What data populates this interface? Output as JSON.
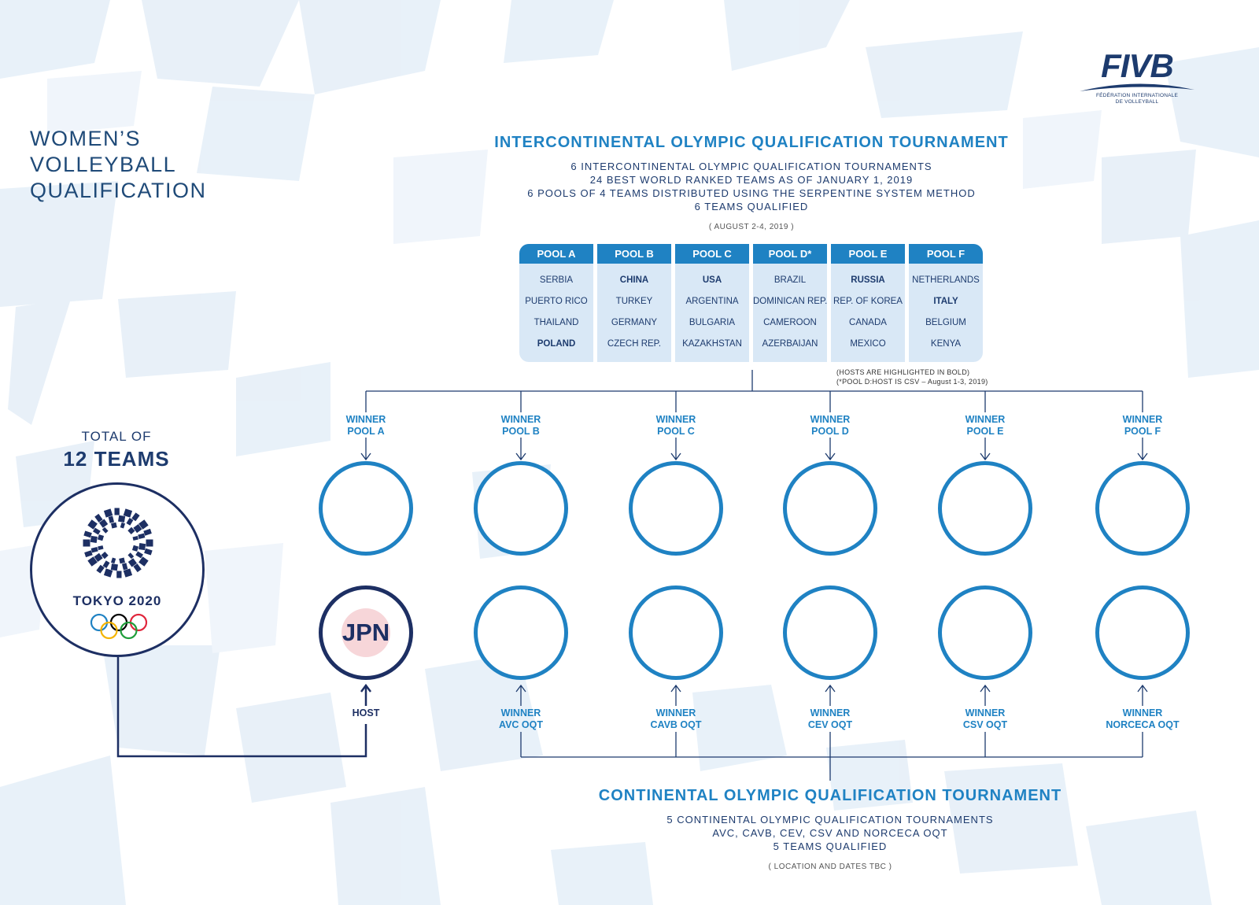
{
  "title": {
    "line1": "WOMEN’S",
    "line2": "VOLLEYBALL",
    "line3": "QUALIFICATION"
  },
  "logo": {
    "name": "FIVB",
    "subtitle_line1": "FÉDÉRATION INTERNATIONALE",
    "subtitle_line2": "DE VOLLEYBALL"
  },
  "intercontinental": {
    "title": "INTERCONTINENTAL OLYMPIC QUALIFICATION TOURNAMENT",
    "lines": [
      "6 INTERCONTINENTAL OLYMPIC QUALIFICATION TOURNAMENTS",
      "24 BEST WORLD RANKED TEAMS AS OF JANUARY 1, 2019",
      "6 POOLS OF 4 TEAMS DISTRIBUTED USING THE SERPENTINE SYSTEM METHOD",
      "6 TEAMS QUALIFIED"
    ],
    "dates": "( AUGUST 2-4, 2019 )"
  },
  "pools": [
    {
      "name": "POOL A",
      "teams": [
        "SERBIA",
        "PUERTO RICO",
        "THAILAND",
        "POLAND"
      ],
      "host_index": 3
    },
    {
      "name": "POOL B",
      "teams": [
        "CHINA",
        "TURKEY",
        "GERMANY",
        "CZECH REP."
      ],
      "host_index": 0
    },
    {
      "name": "POOL C",
      "teams": [
        "USA",
        "ARGENTINA",
        "BULGARIA",
        "KAZAKHSTAN"
      ],
      "host_index": 0
    },
    {
      "name": "POOL D*",
      "teams": [
        "BRAZIL",
        "DOMINICAN REP.",
        "CAMEROON",
        "AZERBAIJAN"
      ],
      "host_index": -1
    },
    {
      "name": "POOL E",
      "teams": [
        "RUSSIA",
        "REP. OF KOREA",
        "CANADA",
        "MEXICO"
      ],
      "host_index": 0
    },
    {
      "name": "POOL F",
      "teams": [
        "NETHERLANDS",
        "ITALY",
        "BELGIUM",
        "KENYA"
      ],
      "host_index": 1
    }
  ],
  "notes": {
    "line1": "(HOSTS ARE HIGHLIGHTED IN BOLD)",
    "line2": "(*POOL D:HOST IS CSV – August 1-3, 2019)"
  },
  "pool_winners": [
    {
      "line1": "WINNER",
      "line2": "POOL A"
    },
    {
      "line1": "WINNER",
      "line2": "POOL B"
    },
    {
      "line1": "WINNER",
      "line2": "POOL C"
    },
    {
      "line1": "WINNER",
      "line2": "POOL D"
    },
    {
      "line1": "WINNER",
      "line2": "POOL E"
    },
    {
      "line1": "WINNER",
      "line2": "POOL F"
    }
  ],
  "host": {
    "team": "JPN",
    "label": "HOST"
  },
  "continental_winners": [
    {
      "line1": "WINNER",
      "line2": "AVC OQT"
    },
    {
      "line1": "WINNER",
      "line2": "CAVB OQT"
    },
    {
      "line1": "WINNER",
      "line2": "CEV OQT"
    },
    {
      "line1": "WINNER",
      "line2": "CSV OQT"
    },
    {
      "line1": "WINNER",
      "line2": "NORCECA OQT"
    }
  ],
  "continental": {
    "title": "CONTINENTAL OLYMPIC QUALIFICATION TOURNAMENT",
    "lines": [
      "5 CONTINENTAL OLYMPIC QUALIFICATION TOURNAMENTS",
      "AVC, CAVB, CEV, CSV AND NORCECA OQT",
      "5 TEAMS QUALIFIED"
    ],
    "dates": "( LOCATION AND DATES TBC )"
  },
  "total": {
    "prefix": "TOTAL OF",
    "count": "12 TEAMS"
  },
  "games": {
    "name": "TOKYO 2020"
  },
  "colors": {
    "accent": "#1f82c3",
    "navy": "#1d2f63",
    "pool_bg": "#c5dcef",
    "host_bg": "#f7d6d9"
  }
}
